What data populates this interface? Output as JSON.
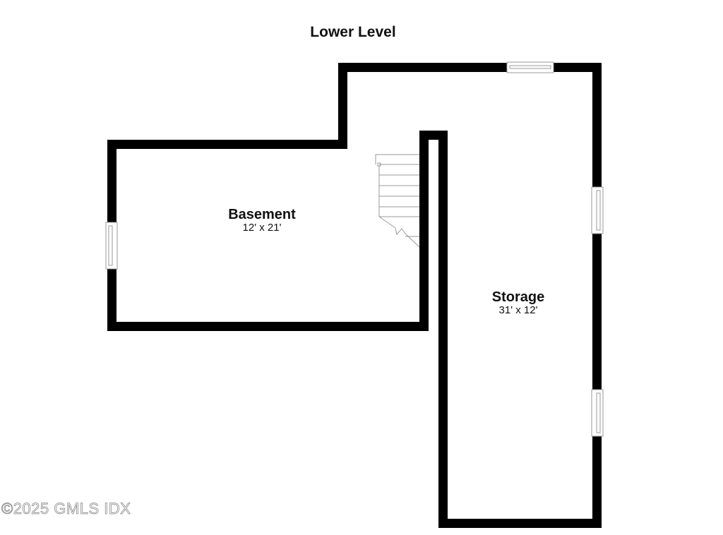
{
  "plan": {
    "title": "Lower Level",
    "rooms": [
      {
        "name": "Basement",
        "dimensions": "12' x 21'"
      },
      {
        "name": "Storage",
        "dimensions": "31' x 12'"
      }
    ],
    "features": [
      "stairs",
      "window-top",
      "window-left",
      "window-right-upper",
      "window-right-lower"
    ],
    "colors": {
      "wall": "#000000",
      "background": "#ffffff",
      "fixture_line": "#9a9a9a"
    }
  },
  "watermark": "©2025 GMLS IDX"
}
